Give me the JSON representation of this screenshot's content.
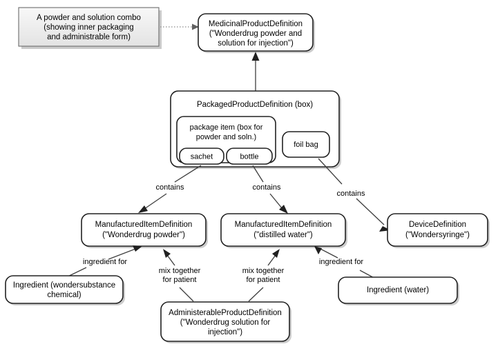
{
  "diagram": {
    "title_note": {
      "lines": [
        "A powder and solution combo",
        "(showing inner packaging",
        "and administrable form)"
      ]
    },
    "nodes": {
      "medicinal_product": {
        "lines": [
          "MedicinalProductDefinition",
          "(\"Wonderdrug powder and",
          "solution for injection\")"
        ]
      },
      "packaged_product": {
        "lines": [
          "PackagedProductDefinition (box)"
        ]
      },
      "package_item": {
        "lines": [
          "package item (box for",
          "powder and soln.)"
        ]
      },
      "sachet": {
        "lines": [
          "sachet"
        ]
      },
      "bottle": {
        "lines": [
          "bottle"
        ]
      },
      "foil_bag": {
        "lines": [
          "foil bag"
        ]
      },
      "manufactured_powder": {
        "lines": [
          "ManufacturedItemDefinition",
          "(\"Wonderdrug powder\")"
        ]
      },
      "manufactured_water": {
        "lines": [
          "ManufacturedItemDefinition",
          "(\"distilled water\")"
        ]
      },
      "device_definition": {
        "lines": [
          "DeviceDefinition",
          "(\"Wondersyringe\")"
        ]
      },
      "ingredient_chemical": {
        "lines": [
          "Ingredient (wondersubstance",
          "chemical)"
        ]
      },
      "ingredient_water": {
        "lines": [
          "Ingredient (water)"
        ]
      },
      "administerable_product": {
        "lines": [
          "AdministerableProductDefinition",
          "(\"Wonderdrug solution for",
          "injection\")"
        ]
      }
    },
    "edge_labels": {
      "contains_sachet": "contains",
      "contains_bottle": "contains",
      "contains_foilbag": "contains",
      "ingredient_for_left": "ingredient for",
      "ingredient_for_right": "ingredient for",
      "mix_left_l1": "mix together",
      "mix_left_l2": "for patient",
      "mix_right_l1": "mix together",
      "mix_right_l2": "for patient"
    },
    "colors": {
      "note_fill_top": "#f7f7f7",
      "note_fill_bottom": "#e4e4e4",
      "note_border": "#6b6b6b",
      "node_border": "#202020",
      "node_fill": "#ffffff",
      "edge_stroke": "#404040",
      "background": "#ffffff"
    }
  }
}
